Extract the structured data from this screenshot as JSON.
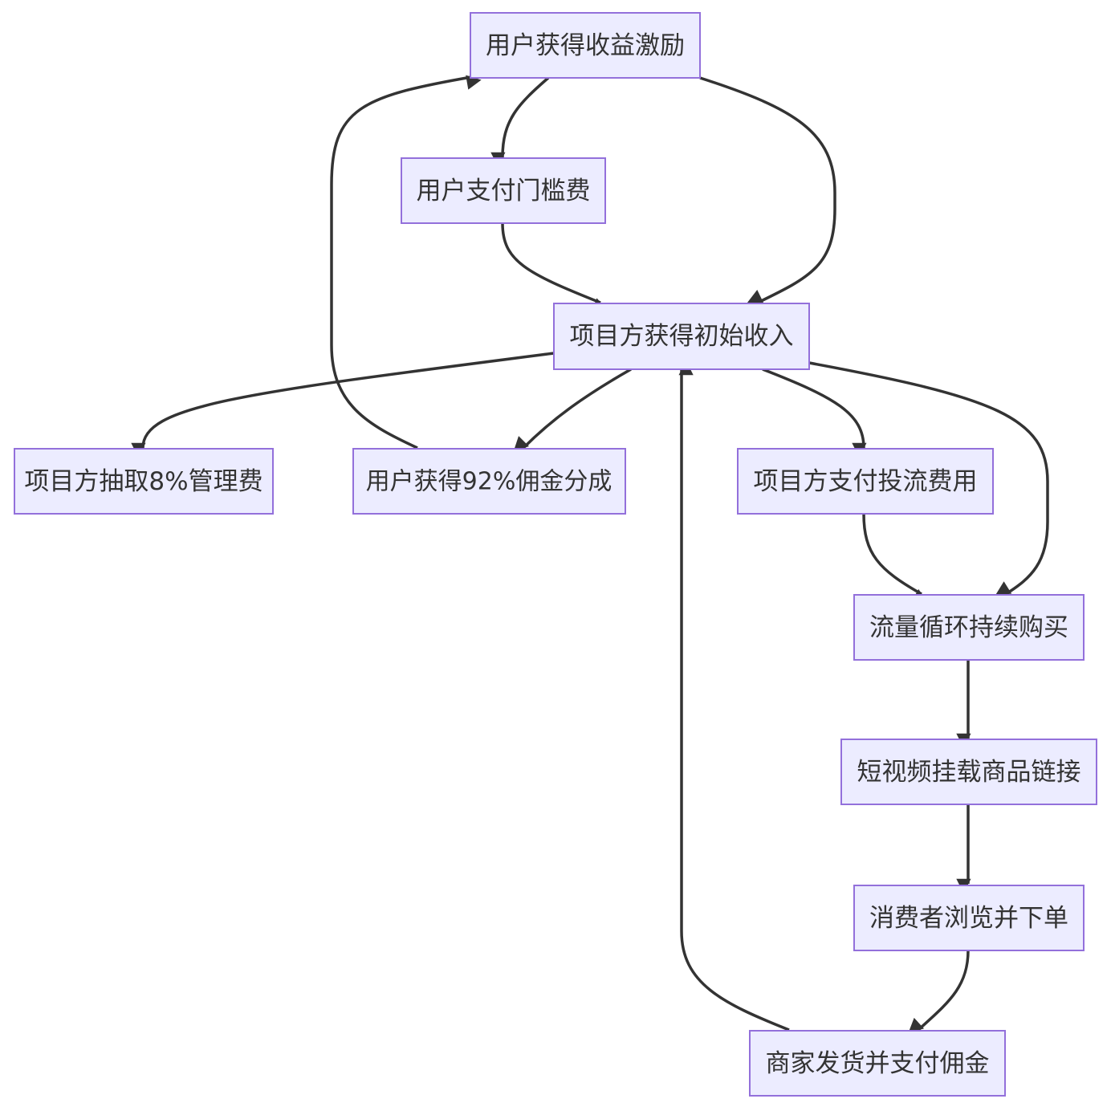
{
  "nodes": {
    "reward": "用户获得收益激励",
    "entry_fee": "用户支付门槛费",
    "initial_income": "项目方获得初始收入",
    "mgmt_fee": "项目方抽取8%管理费",
    "commission_split": "用户获得92%佣金分成",
    "ad_spend": "项目方支付投流费用",
    "traffic_loop": "流量循环持续购买",
    "video_links": "短视频挂载商品链接",
    "consumer_order": "消费者浏览并下单",
    "merchant_pay": "商家发货并支付佣金"
  },
  "colors": {
    "node_fill": "#ececff",
    "node_border": "#9370db",
    "edge": "#333333",
    "text": "#333333"
  }
}
